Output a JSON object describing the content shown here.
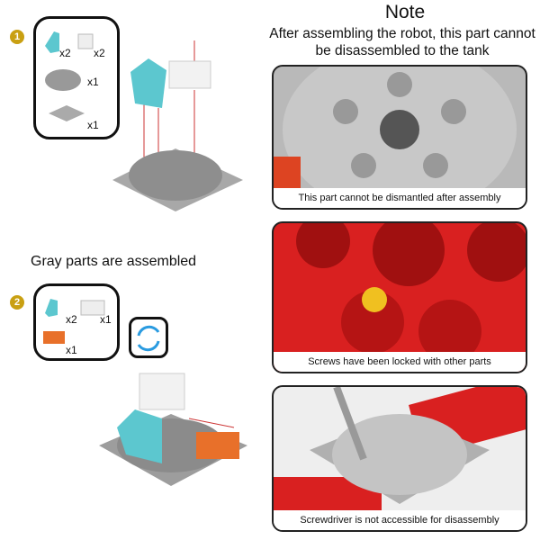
{
  "step1": {
    "number": "1",
    "parts": [
      {
        "name": "cyan-slope",
        "qty": "x2"
      },
      {
        "name": "white-brick",
        "qty": "x2"
      },
      {
        "name": "round-plate",
        "qty": "x1"
      },
      {
        "name": "square-plate",
        "qty": "x1"
      }
    ]
  },
  "step2": {
    "number": "2",
    "parts": [
      {
        "name": "cyan-slope",
        "qty": "x2"
      },
      {
        "name": "white-brick-1x2",
        "qty": "x1"
      },
      {
        "name": "orange-brick",
        "qty": "x1"
      }
    ]
  },
  "gray_text": "Gray parts are assembled",
  "note": {
    "title": "Note",
    "text": "After assembling the robot, this part cannot be disassembled to the tank"
  },
  "photos": [
    {
      "caption": "This part cannot be dismantled after assembly"
    },
    {
      "caption": "Screws have been locked with other parts"
    },
    {
      "caption": "Screwdriver is not accessible for disassembly"
    }
  ],
  "colors": {
    "badge": "#c9a012",
    "cyan": "#5cc7cf",
    "gray": "#9a9a9a",
    "red": "#e3201c",
    "orange": "#e8702a",
    "rotate": "#2a9be0"
  }
}
